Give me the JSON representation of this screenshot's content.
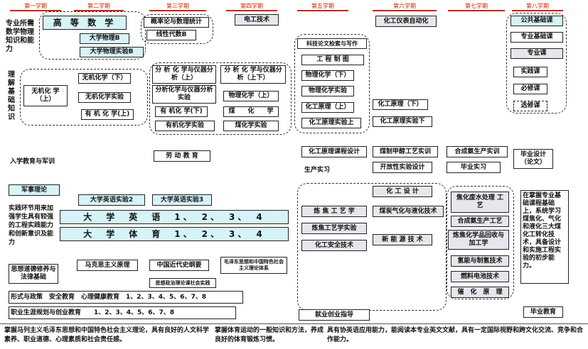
{
  "semesters": [
    "第一学期",
    "第二学期",
    "第三学期",
    "第四学期",
    "第五学期",
    "第六学期",
    "第七学期",
    "第八学期"
  ],
  "left_labels": {
    "major_required": "专业所需数学物理知识和能力",
    "understand_basics": "理解基础知识",
    "practice": "实践环节用来加强学生具有较强的工程实践能力和创新意识及能力",
    "moral": "思想道德修养与法律基础"
  },
  "legend": [
    "公共基础课",
    "专业基础课",
    "专业课",
    "实践课",
    "必修课",
    "选修课"
  ],
  "courses": {
    "adv_math": "高 等 数 学",
    "prob_stats": "概率论与数理统计",
    "linear_alg": "线性代数B",
    "physics": "大学物理B",
    "physics_lab": "大学物理实验B",
    "electrical": "电工技术",
    "chem_auto": "化工仪表自动化",
    "sci_writing": "科技论文检索与写作",
    "eng_drawing": "工 程 制 图",
    "phys_chem": "物理化学（下）",
    "phys_chem_lab": "物理化学实验",
    "chem_principle_up": "化工原理（上）",
    "chem_principle_lab_up": "化工原理实验上",
    "inorg_chem": "无机化 学（上）",
    "inorg_chem_down": "无机化学（下）",
    "inorg_lab": "无机化学实验",
    "org_chem": "有 机 化 学(上)",
    "anal_chem": "分 析 化 学与仪器分析（上）",
    "anal_chem_lab": "分析化学与仪器分析实验",
    "org_chem_down": "有 机化 学(下)",
    "org_lab": "有机化学实验",
    "anal_chem_updown": "分 析 化 学与仪器分析（上下）",
    "phys_chem_up": "物理化学（上）",
    "coal_chem": "煤　　化　　学",
    "coal_lab": "煤化学实验",
    "chem_principle_down": "化工原理（下）",
    "chem_principle_lab_down": "化工原理实验下",
    "enroll": "入学教育与军训",
    "labor": "劳 动 教 育",
    "chem_design": "化工原理课程设计",
    "coal_methanol_lab": "煤制甲醇工艺实训",
    "synth_ammonia": "合成氨生产实训",
    "grad_design": "毕业设计（论文）",
    "production_practice": "生产实习",
    "open_lab": "开放性实验设计",
    "grad_practice": "毕业实习",
    "military_theory": "军事理论",
    "english_lab2": "大学英语实验2",
    "english_lab3": "大学英语实验3",
    "chem_design2": "化 工 设 计",
    "english": "大　学　英　语　1、　2、　3、　4",
    "pe": "大　学　体　育　1、　2、　3、　4",
    "coking": "炼 焦 工 艺 学",
    "coking_lab": "炼焦工艺学实验",
    "safety": "化工安全技术",
    "coal_gas": "煤炭气化与液化技术",
    "new_energy": "新 能 源 技 术",
    "coking_waste": "焦化废水处理 工 艺",
    "synth_ammonia_tech": "合成氨生产工艺",
    "coking_products": "炼焦化学品回收与加工学",
    "hydrogen": "氢能与制氢技术",
    "fuel_cell": "燃料电池技术",
    "catalysis": "催　化　原　理",
    "marxism": "马克思主义原理",
    "modern_history": "中国近代史纲要",
    "mao_theory": "毛泽东思想和中国特色社会主义理论体系",
    "xi_thought": "思想政治理论课社会实践",
    "policy": "形式与政策　安全教育　心理健康教育　1、2、3、4、5、6、7、8",
    "career": "职业生涯规划与创业教育　　1、2、3、4、5、6、7、8",
    "employment": "就业创业指导",
    "grad_education": "毕业教育"
  },
  "capability_note": "在掌握专业基础课程基础上，系统学习煤焦化、气化和液化三大煤化工转化技术，具备设计和实施工程实验的初步能力。",
  "bottom_notes": [
    "掌握马列主义毛泽东思想和中国特色社会主义理论，具有良好的人文科学素养、职业道德、心理素质和社会责任感。",
    "掌握体育运动的一般知识和方法，养成良好的体育锻炼习惯。",
    "具有协英语应用能力，能阅读本专业英文文献，具有一定国际视野和跨文化交流、竞争和合作能力。"
  ]
}
